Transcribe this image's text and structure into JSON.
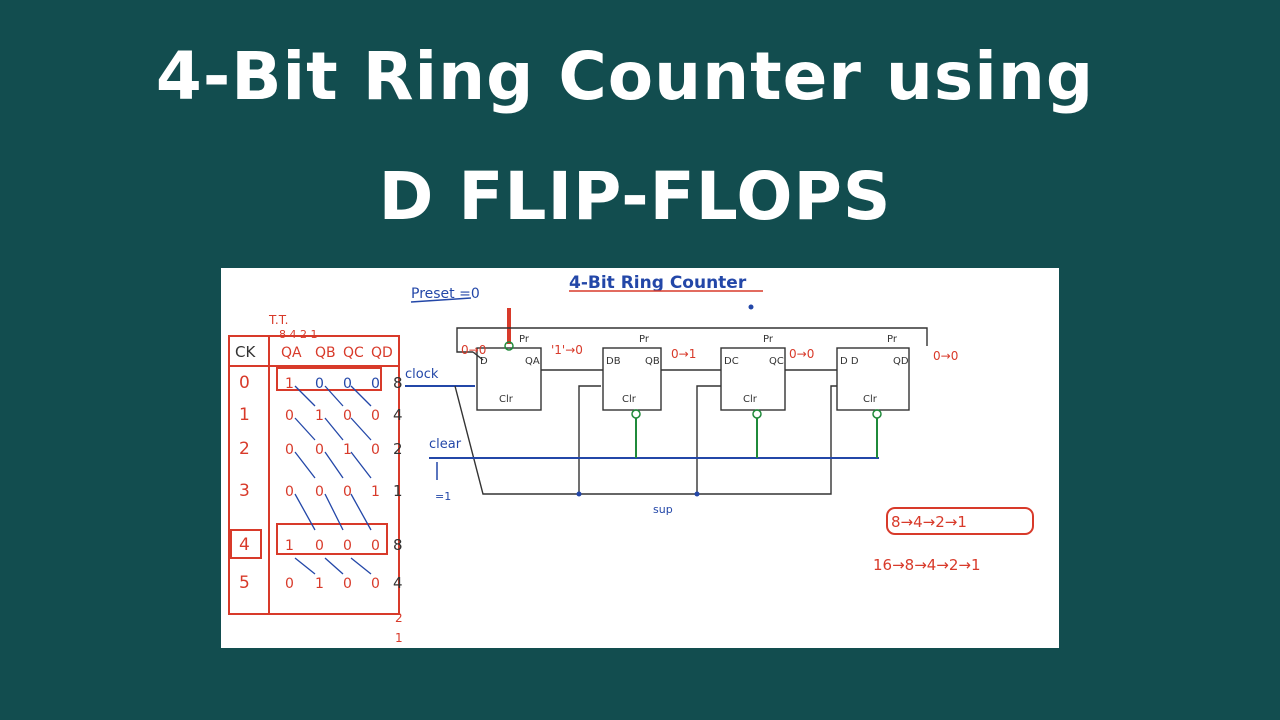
{
  "title_line1": "4-Bit Ring Counter using",
  "title_line2": "D FLIP-FLOPS",
  "board": {
    "heading": "4-Bit Ring Counter",
    "preset_label": "Preset =0",
    "clock_label": "clock",
    "clear_label": "clear",
    "clear_value": "=1",
    "sum_label": "sup",
    "tt_label": "T.T.",
    "weights": "8 4 2 1",
    "table": {
      "headers": [
        "CK",
        "QA",
        "QB",
        "QC",
        "QD"
      ],
      "rows": [
        {
          "ck": "0",
          "q": [
            "1",
            "0",
            "0",
            "0"
          ],
          "dec": "8"
        },
        {
          "ck": "1",
          "q": [
            "0",
            "1",
            "0",
            "0"
          ],
          "dec": "4"
        },
        {
          "ck": "2",
          "q": [
            "0",
            "0",
            "1",
            "0"
          ],
          "dec": "2"
        },
        {
          "ck": "3",
          "q": [
            "0",
            "0",
            "0",
            "1"
          ],
          "dec": "1"
        },
        {
          "ck": "4",
          "q": [
            "1",
            "0",
            "0",
            "0"
          ],
          "dec": "8"
        },
        {
          "ck": "5",
          "q": [
            "0",
            "1",
            "0",
            "0"
          ],
          "dec": "4"
        }
      ],
      "extra": [
        "2",
        "1"
      ]
    },
    "flipflops": [
      {
        "d": "D",
        "q": "QA",
        "pr": "Pr",
        "clr": "Clr"
      },
      {
        "d": "DB",
        "q": "QB",
        "pr": "Pr",
        "clr": "Clr"
      },
      {
        "d": "DC",
        "q": "QC",
        "pr": "Pr",
        "clr": "Clr"
      },
      {
        "d": "D D",
        "q": "QD",
        "pr": "Pr",
        "clr": "Clr"
      }
    ],
    "transitions": [
      "0→0",
      "'1'→0",
      "0→1",
      "0→0",
      "0→0"
    ],
    "sequence1": "8→4→2→1",
    "sequence2": "16→8→4→2→1"
  }
}
